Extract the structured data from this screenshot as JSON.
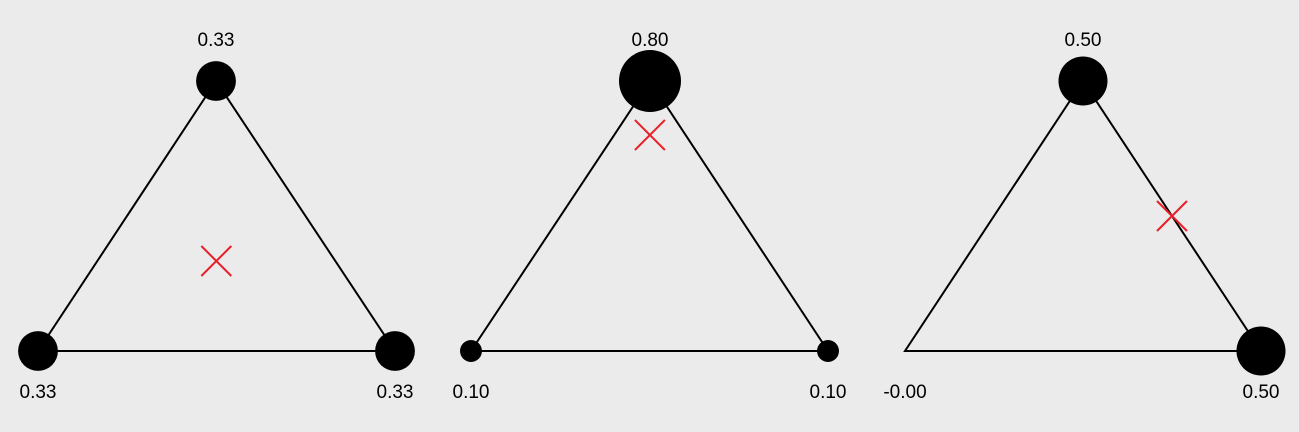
{
  "background": "#ebebeb",
  "colors": {
    "edge": "#000000",
    "vertex": "#000000",
    "marker": "#e8202a"
  },
  "marker_icon": "x-mark-icon",
  "panels": [
    {
      "weights": [
        0.33,
        0.33,
        0.33
      ],
      "labels": {
        "top": "0.33",
        "left": "0.33",
        "right": "0.33"
      }
    },
    {
      "weights": [
        0.8,
        0.1,
        0.1
      ],
      "labels": {
        "top": "0.80",
        "left": "0.10",
        "right": "0.10"
      }
    },
    {
      "weights": [
        0.5,
        0.0,
        0.5
      ],
      "labels": {
        "top": "0.50",
        "left": "-0.00",
        "right": "0.50"
      }
    }
  ]
}
